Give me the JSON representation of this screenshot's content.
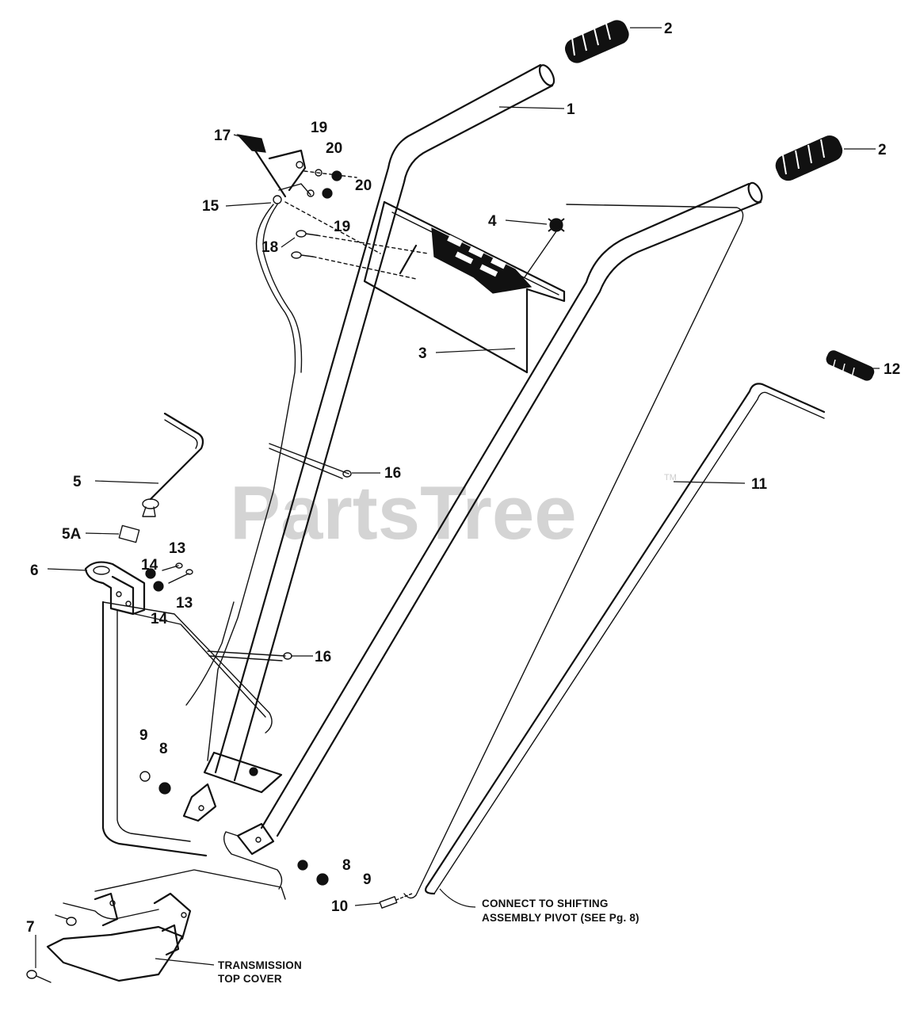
{
  "watermark": {
    "text": "PartsTree",
    "trademark": "TM"
  },
  "callouts": [
    {
      "id": "c1",
      "label": "1"
    },
    {
      "id": "c2a",
      "label": "2"
    },
    {
      "id": "c2b",
      "label": "2"
    },
    {
      "id": "c3",
      "label": "3"
    },
    {
      "id": "c4",
      "label": "4"
    },
    {
      "id": "c5",
      "label": "5"
    },
    {
      "id": "c5a",
      "label": "5A"
    },
    {
      "id": "c6",
      "label": "6"
    },
    {
      "id": "c7",
      "label": "7"
    },
    {
      "id": "c8a",
      "label": "8"
    },
    {
      "id": "c8b",
      "label": "8"
    },
    {
      "id": "c9a",
      "label": "9"
    },
    {
      "id": "c9b",
      "label": "9"
    },
    {
      "id": "c10",
      "label": "10"
    },
    {
      "id": "c11",
      "label": "11"
    },
    {
      "id": "c12",
      "label": "12"
    },
    {
      "id": "c13a",
      "label": "13"
    },
    {
      "id": "c13b",
      "label": "13"
    },
    {
      "id": "c14a",
      "label": "14"
    },
    {
      "id": "c14b",
      "label": "14"
    },
    {
      "id": "c15",
      "label": "15"
    },
    {
      "id": "c16a",
      "label": "16"
    },
    {
      "id": "c16b",
      "label": "16"
    },
    {
      "id": "c17",
      "label": "17"
    },
    {
      "id": "c18",
      "label": "18"
    },
    {
      "id": "c19a",
      "label": "19"
    },
    {
      "id": "c19b",
      "label": "19"
    },
    {
      "id": "c20a",
      "label": "20"
    },
    {
      "id": "c20b",
      "label": "20"
    }
  ],
  "notes": {
    "shifting_line1": "CONNECT TO SHIFTING",
    "shifting_line2": "ASSEMBLY PIVOT (SEE Pg. 8)",
    "cover_line1": "TRANSMISSION",
    "cover_line2": "TOP COVER"
  }
}
